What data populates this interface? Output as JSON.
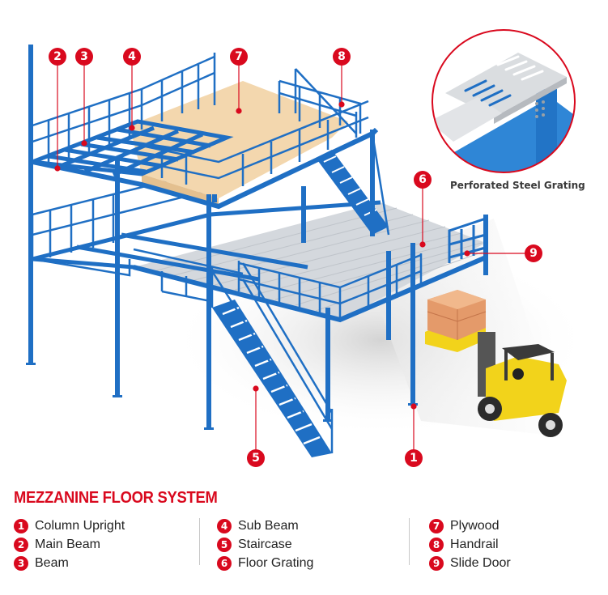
{
  "diagram": {
    "title": "MEZZANINE FLOOR SYSTEM",
    "inset_caption": "Perforated Steel Grating",
    "colors": {
      "accent_red": "#d9091e",
      "steel_blue": "#1f6fc4",
      "plywood": "#f3d7ae",
      "grating": "#cfd3d8",
      "forklift_yellow": "#f2d31b"
    },
    "callouts": [
      {
        "num": "1",
        "label": "Column Upright"
      },
      {
        "num": "2",
        "label": "Main Beam"
      },
      {
        "num": "3",
        "label": "Beam"
      },
      {
        "num": "4",
        "label": "Sub Beam"
      },
      {
        "num": "5",
        "label": "Staircase"
      },
      {
        "num": "6",
        "label": "Floor Grating"
      },
      {
        "num": "7",
        "label": "Plywood"
      },
      {
        "num": "8",
        "label": "Handrail"
      },
      {
        "num": "9",
        "label": "Slide Door"
      }
    ]
  },
  "legend": {
    "columns": [
      [
        {
          "num": "1",
          "label": "Column Upright"
        },
        {
          "num": "2",
          "label": "Main Beam"
        },
        {
          "num": "3",
          "label": "Beam"
        }
      ],
      [
        {
          "num": "4",
          "label": "Sub Beam"
        },
        {
          "num": "5",
          "label": "Staircase"
        },
        {
          "num": "6",
          "label": "Floor Grating"
        }
      ],
      [
        {
          "num": "7",
          "label": "Plywood"
        },
        {
          "num": "8",
          "label": "Handrail"
        },
        {
          "num": "9",
          "label": "Slide Door"
        }
      ]
    ]
  }
}
